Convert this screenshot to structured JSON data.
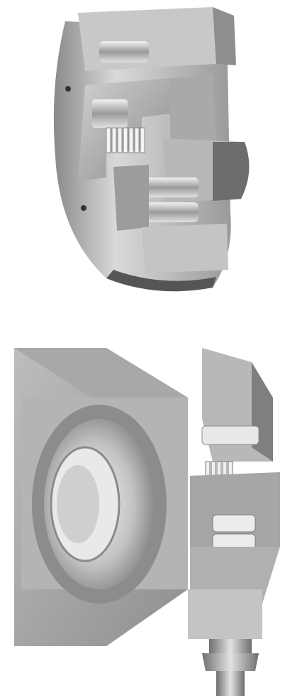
{
  "figures": [
    {
      "id": "roller-cutaway",
      "icon": "bearing-cutaway-illustration"
    },
    {
      "id": "housing-cutaway",
      "icon": "bearing-in-housing-cutaway-illustration"
    }
  ],
  "colors": {
    "metal_light": "#e6e6e6",
    "metal_mid": "#b3b3b3",
    "metal_dark": "#7a7a7a",
    "metal_shadow": "#4d4d4d",
    "background": "#ffffff"
  }
}
